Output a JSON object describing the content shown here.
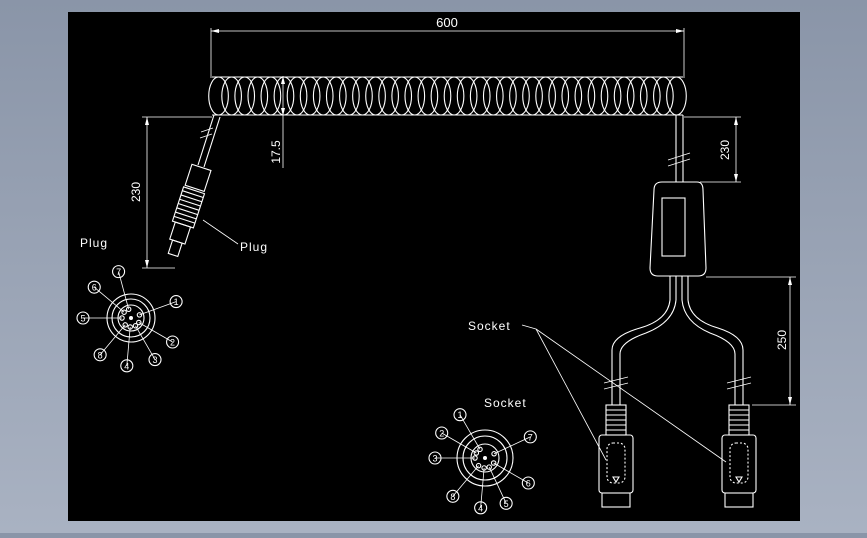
{
  "drawing": {
    "background_color": "#000000",
    "line_color": "#ffffff",
    "dimensions": {
      "total_length": "600",
      "coil_diameter": "17.5",
      "plug_lead": "230",
      "socket_lead_top": "230",
      "socket_lead_split": "250"
    },
    "labels": {
      "plug_label": "Plug",
      "plug_callout": "Plug",
      "socket_label": "Socket",
      "socket_callout": "Socket"
    },
    "plug_pins": [
      "1",
      "2",
      "3",
      "4",
      "8",
      "5",
      "6",
      "7"
    ],
    "socket_pins": [
      "1",
      "2",
      "7",
      "6",
      "5",
      "4",
      "8",
      "3"
    ]
  }
}
